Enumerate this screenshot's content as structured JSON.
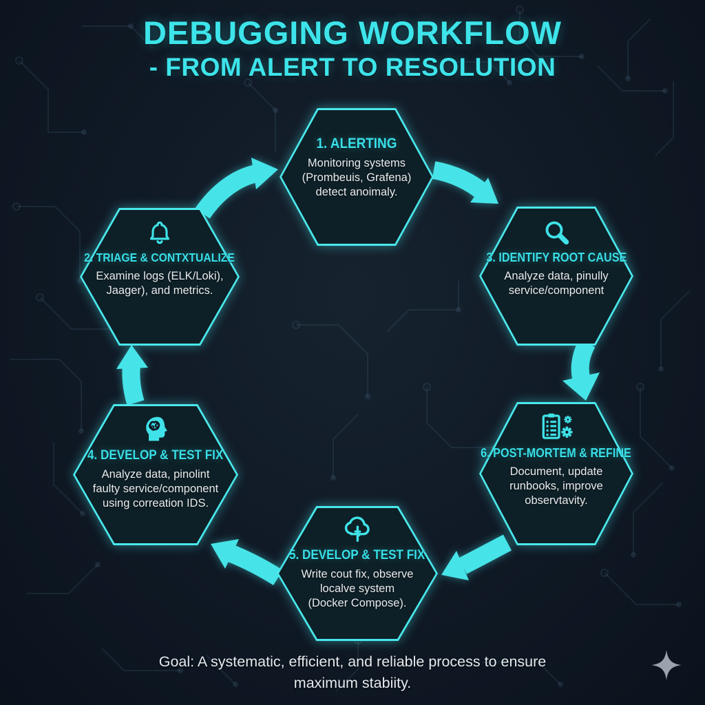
{
  "title": {
    "line1": "DEBUGGING WORKFLOW",
    "line2": "- FROM ALERT TO RESOLUTION"
  },
  "steps": [
    {
      "heading": "1. ALERTING",
      "body": "Monitoring systems\n(Prombeuis, Grafena)\ndetect anoimaly.",
      "icon": null
    },
    {
      "heading": "2. TRIAGE & CONTXTUALIZE",
      "body": "Examine logs (ELK/Loki),\nJaager), and metrics.",
      "icon": "bell"
    },
    {
      "heading": "3. IDENTIFY ROOT CAUSE",
      "body": "Analyze data, pinully\nservice/component",
      "icon": "magnifier"
    },
    {
      "heading": "4. DEVELOP & TEST FIX",
      "body": "Analyze data, pinolint\nfaulty service/component\nusing correation IDS.",
      "icon": "brain-head"
    },
    {
      "heading": "5. DEVELOP & TEST FIX",
      "body": "Write cout fix, observe\nlocalve system\n(Docker Compose).",
      "icon": "cloud-branch"
    },
    {
      "heading": "6. POST-MORTEM & REFINE",
      "body": "Document, update\nrunbooks, improve\nobservtavity.",
      "icon": "clipboard-gears"
    }
  ],
  "goal": "Goal: A systematic, efficient, and reliable process to ensure\nmaximum stabiity.",
  "colors": {
    "accent": "#48e8ec",
    "heading": "#39dfe8",
    "background": "#101a26",
    "body_text": "#e8ecef",
    "sparkle": "#9aa3ad"
  }
}
